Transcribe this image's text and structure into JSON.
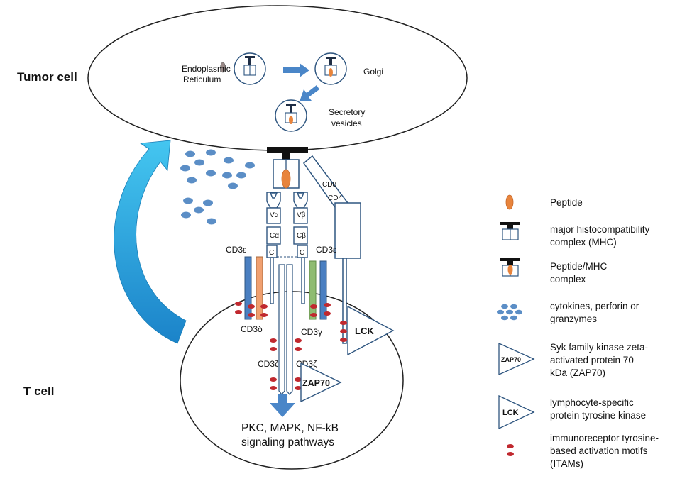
{
  "regions": {
    "tumor_cell": "Tumor cell",
    "t_cell": "T cell"
  },
  "tumor": {
    "er_line1": "Endoplasmic",
    "er_line2": "Reticulum",
    "golgi": "Golgi",
    "vesicles_line1": "Secretory",
    "vesicles_line2": "vesicles"
  },
  "receptor": {
    "v_alpha": "Vα",
    "v_beta": "Vβ",
    "c_alpha": "Cα",
    "c_beta": "Cβ",
    "c_small_left": "C",
    "c_small_right": "C",
    "cd8": "CD8",
    "cd4": "CD4",
    "cd3e_left": "CD3ε",
    "cd3e_right": "CD3ε",
    "cd3d": "CD3δ",
    "cd3g": "CD3γ",
    "cd3z_left": "CD3ζ",
    "cd3z_right": "CD3ζ",
    "lck": "LCK",
    "zap70": "ZAP70"
  },
  "signaling": {
    "line1": "PKC, MAPK, NF-kB",
    "line2": "signaling pathways"
  },
  "legend": {
    "peptide": "Peptide",
    "mhc_line1": "major histocompatibility",
    "mhc_line2": "complex (MHC)",
    "pmhc_line1": "Peptide/MHC",
    "pmhc_line2": "complex",
    "cyto_line1": "cytokines, perforin or",
    "cyto_line2": "granzymes",
    "zap_icon": "ZAP70",
    "zap_line1": "Syk family kinase zeta-",
    "zap_line2": "activated protein 70",
    "zap_line3": "kDa (ZAP70)",
    "lck_icon": "LCK",
    "lck_line1": "lymphocyte-specific",
    "lck_line2": "protein tyrosine kinase",
    "itam_line1": "immunoreceptor tyrosine-",
    "itam_line2": "based activation motifs",
    "itam_line3": "(ITAMs)"
  },
  "colors": {
    "outline": "#2f5680",
    "peptide": "#e8843c",
    "cytokine": "#5b8ec6",
    "itam": "#c0282e",
    "cd3e": "#4a7fc1",
    "cd3d": "#f0a070",
    "cd3g": "#8fbc72",
    "arrow": "#27a9e1",
    "down_arrow": "#4a86c8"
  }
}
